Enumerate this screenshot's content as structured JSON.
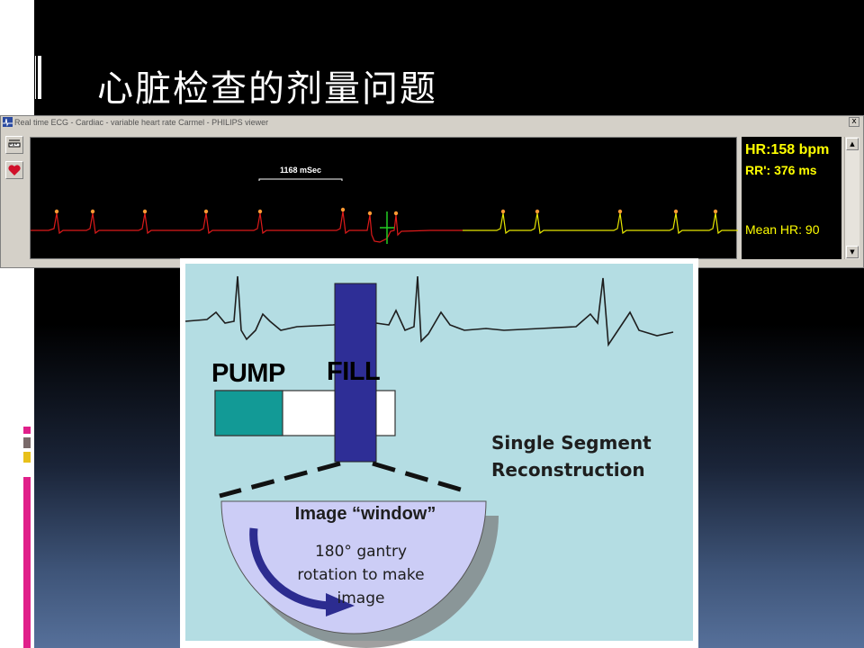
{
  "slide": {
    "title": "心脏检查的剂量问题"
  },
  "ecg_viewer": {
    "window_title": "Real time ECG - Cardiac - variable heart rate Carmel - PHILIPS viewer",
    "close_symbol": "x",
    "interval_label": "1168 mSec",
    "hr_text": "HR:158 bpm",
    "rr_text": "RR': 376 ms",
    "mean_hr_text": "Mean HR: 90",
    "toolbar_icons": [
      "ruler-icon",
      "heart-icon"
    ],
    "trace_colors": {
      "before_marker": "#dd1a1a",
      "after_marker": "#e6e600",
      "marker": "#22cc22",
      "peak": "#ff9a33"
    },
    "scroll_up_symbol": "▲",
    "scroll_down_symbol": "▼"
  },
  "diagram": {
    "pump_label": "PUMP",
    "fill_label": "FILL",
    "window_label": "Image “window”",
    "gantry_lines": [
      "180° gantry",
      "rotation to make",
      "image"
    ],
    "reconstruction_lines": [
      "Single Segment",
      "Reconstruction"
    ],
    "colors": {
      "background": "#b4dde3",
      "pump_fill": "#129a96",
      "fill_bar": "#2e2e96",
      "window": "#cccdf6",
      "arrow": "#2c2c90"
    }
  }
}
